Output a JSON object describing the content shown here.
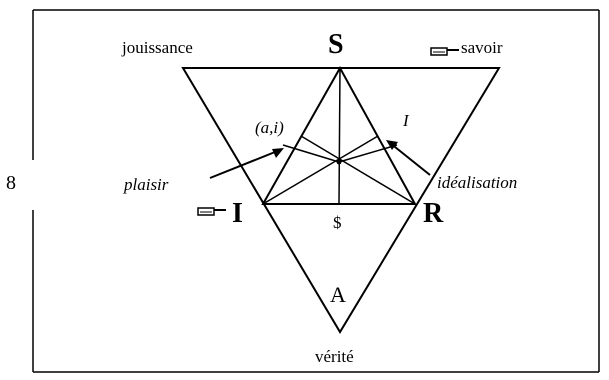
{
  "page_number": "8",
  "vertices": {
    "top": "S",
    "left": "I",
    "right": "R",
    "bottom": "A"
  },
  "labels": {
    "jouissance": "jouissance",
    "savoir": "savoir",
    "verite": "vérité",
    "plaisir": "plaisir",
    "idealisation": "idéalisation",
    "i_left": "(a,i)",
    "i_right": "I",
    "center_mark": "$"
  },
  "icons": {
    "pointing_hand": "pointing-hand-icon"
  }
}
